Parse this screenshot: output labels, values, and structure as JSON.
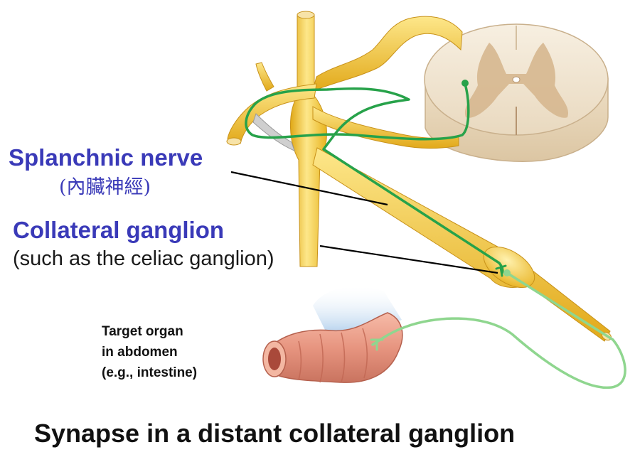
{
  "labels": {
    "splanchnic_title": "Splanchnic nerve",
    "splanchnic_sub": "(內臟神經)",
    "collateral_title": "Collateral ganglion",
    "collateral_sub": "(such as the celiac ganglion)",
    "organ_line1": "Target organ",
    "organ_line2": "in abdomen",
    "organ_line3": "(e.g., intestine)",
    "caption": "Synapse in a distant collateral ganglion"
  },
  "colors": {
    "nerve_yellow": "#f5c62a",
    "nerve_highlight": "#fde78a",
    "preganglionic_green": "#27a24a",
    "postganglionic_green": "#8fd68f",
    "label_blue": "#3a3ab8",
    "spinal_white_matter": "#efe3cf",
    "spinal_grey_matter": "#d6b78f",
    "intestine_pink": "#e79580"
  }
}
